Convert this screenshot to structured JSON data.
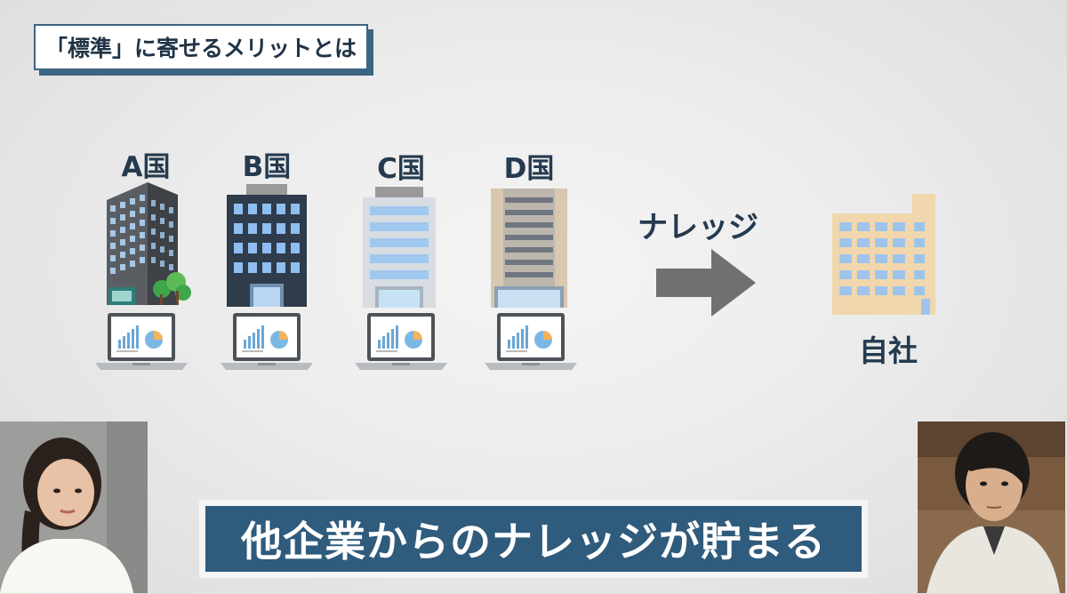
{
  "header": {
    "title": "「標準」に寄せるメリットとは"
  },
  "countries": [
    {
      "label": "A国"
    },
    {
      "label": "B国"
    },
    {
      "label": "C国"
    },
    {
      "label": "D国"
    }
  ],
  "flow": {
    "label": "ナレッジ"
  },
  "target": {
    "label": "自社"
  },
  "caption": {
    "text": "他企業からのナレッジが貯まる"
  },
  "colors": {
    "navy": "#253a4f",
    "caption_blue": "#2f5b7c",
    "arrow_gray": "#707070"
  }
}
